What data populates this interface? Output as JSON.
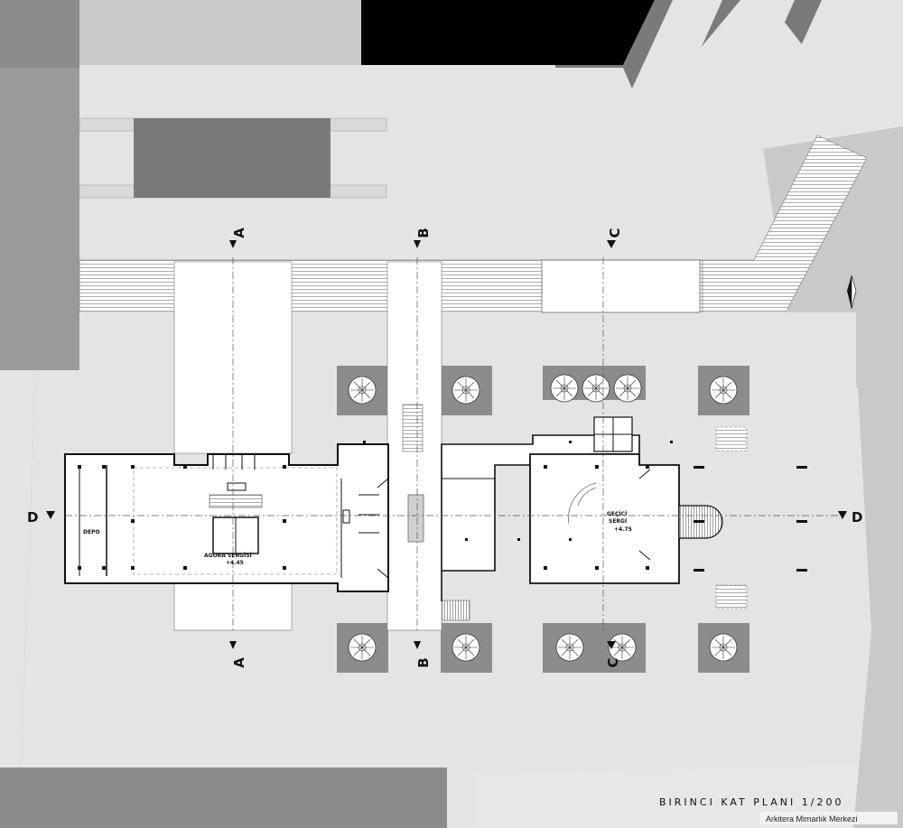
{
  "plan": {
    "title": "BIRINCI KAT PLANI 1/200",
    "credit": "Arkitera Mimarlık Merkezi"
  },
  "rooms": {
    "depo": "DEPO",
    "agora_sergisi": "AGORA SERGİSİ",
    "agora_level": "+4.45",
    "gecici": "GEÇİCİ",
    "sergi": "SERGİ",
    "gecici_level": "+4.75"
  },
  "sections": {
    "a": "A",
    "b": "B",
    "c": "C",
    "d": "D"
  },
  "colors": {
    "background": "#e4e4e4",
    "dark_fill": "#000000",
    "mid_gray": "#8c8c8c",
    "light_gray": "#c9c9c9",
    "floor_white": "#ffffff"
  }
}
